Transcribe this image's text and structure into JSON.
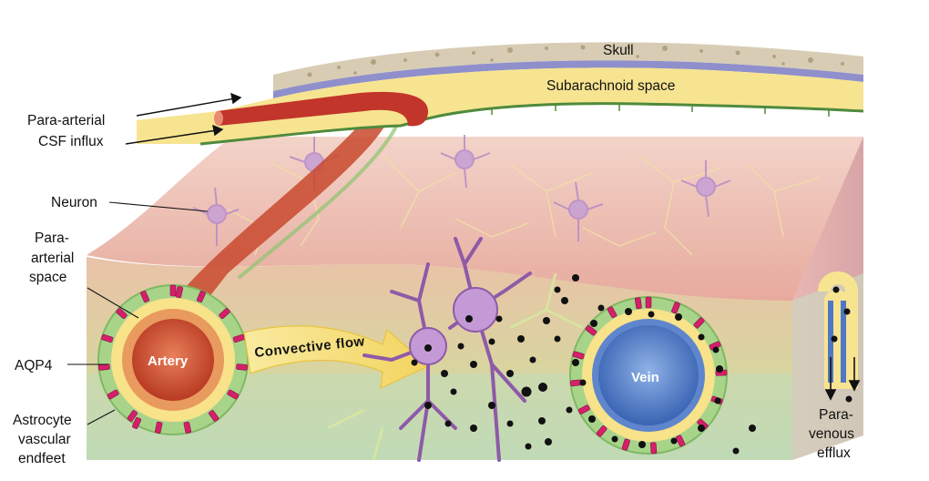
{
  "labels": {
    "skull": "Skull",
    "subarachnoid": "Subarachnoid space",
    "para_arterial_influx": [
      "Para-arterial",
      "CSF influx"
    ],
    "neuron": "Neuron",
    "para_arterial_space": [
      "Para-",
      "arterial",
      "space"
    ],
    "aqp4": "AQP4",
    "astrocyte_endfeet": [
      "Astrocyte",
      "vascular",
      "endfeet"
    ],
    "artery": "Artery",
    "convective_flow": "Convective flow",
    "vein": "Vein",
    "para_venous_efflux": [
      "Para-",
      "venous",
      "efflux"
    ]
  },
  "colors": {
    "skull": "#d9cfb8",
    "dura": "#8e8ec8",
    "csf": "#f6e38e",
    "pia": "#4f8a3c",
    "tissue": "#e7b4a8",
    "artery": "#c8452c",
    "vein": "#4f78c4",
    "astrocyte": "#a8d48a",
    "neuron": "#b58ac8",
    "aqp4": "#d4206b",
    "solute": "#111111"
  }
}
